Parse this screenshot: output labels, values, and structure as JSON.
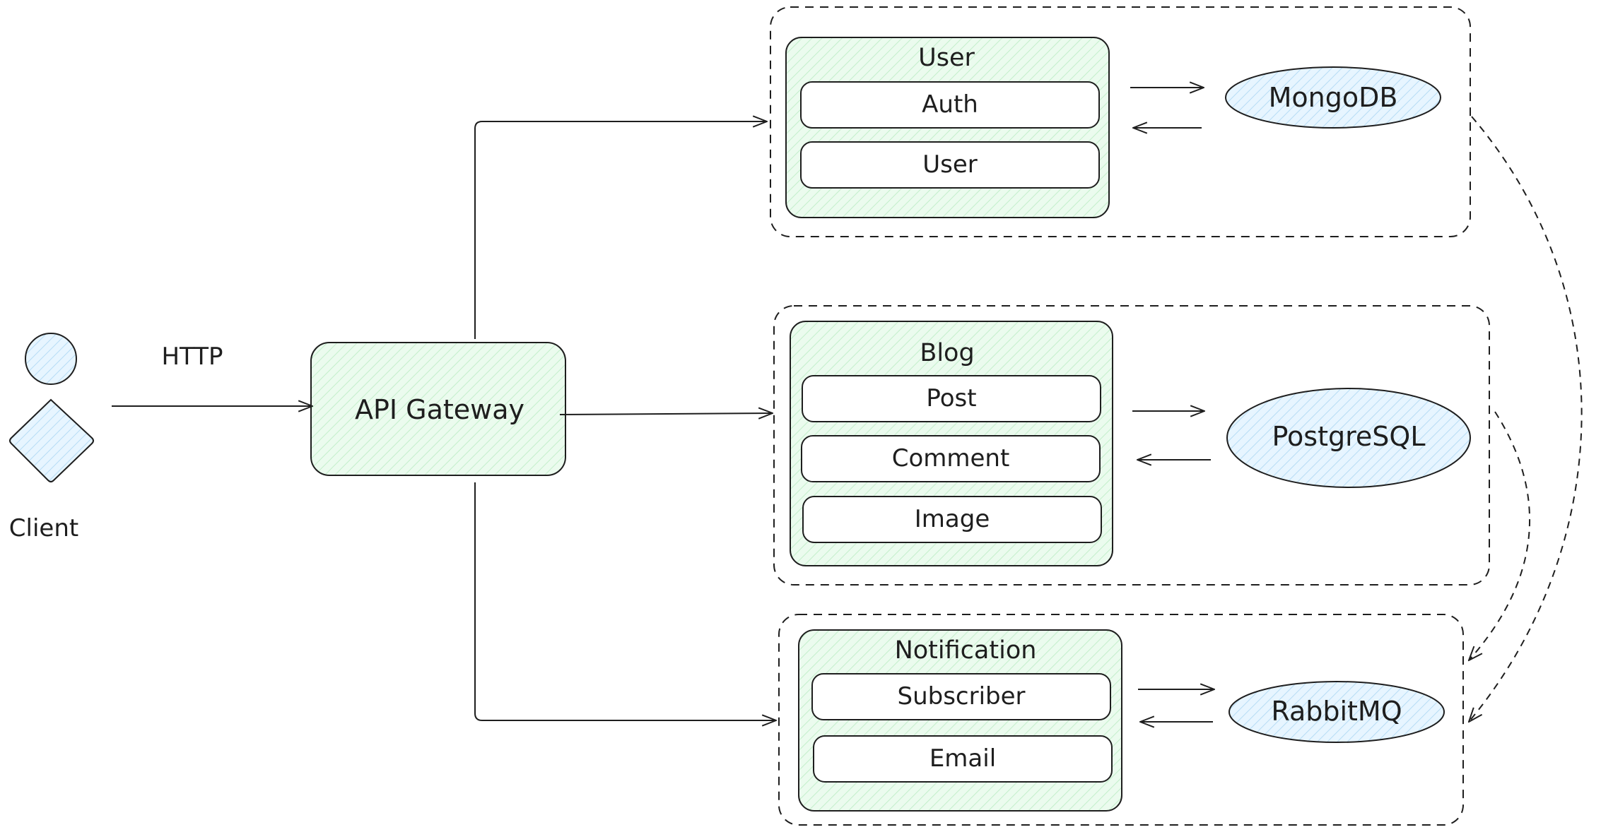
{
  "client": {
    "label": "Client"
  },
  "edge_label": "HTTP",
  "gateway": {
    "label": "API Gateway"
  },
  "services": [
    {
      "title": "User",
      "modules": [
        "Auth",
        "User"
      ],
      "store": "MongoDB"
    },
    {
      "title": "Blog",
      "modules": [
        "Post",
        "Comment",
        "Image"
      ],
      "store": "PostgreSQL"
    },
    {
      "title": "Notification",
      "modules": [
        "Subscriber",
        "Email"
      ],
      "store": "RabbitMQ"
    }
  ],
  "colors": {
    "stroke": "#1e1e1e",
    "service_fill": "#ebfbee",
    "store_fill": "#e7f5ff",
    "client_fill": "#e7f5ff",
    "background": "#ffffff"
  }
}
